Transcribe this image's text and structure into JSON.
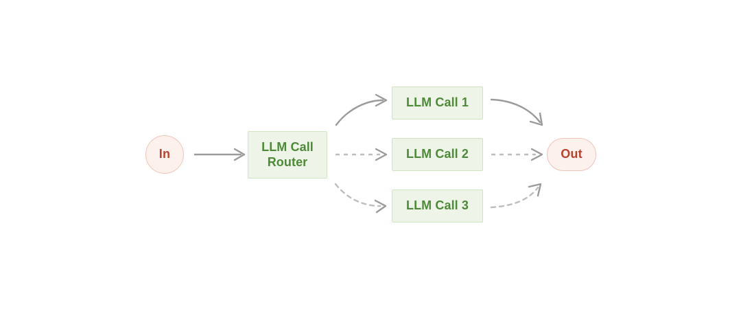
{
  "diagram": {
    "type": "routing-workflow",
    "background_color": "#ffffff",
    "nodes": {
      "in": {
        "label": "In",
        "shape": "circle",
        "fill": "#fdf1ee",
        "stroke": "#f0c3b8",
        "text_color": "#b5432f"
      },
      "router": {
        "label": "LLM Call\nRouter",
        "shape": "rectangle",
        "fill": "#eef5e8",
        "stroke": "#cfe3c1",
        "text_color": "#4d8a37"
      },
      "call1": {
        "label": "LLM Call 1",
        "shape": "rectangle",
        "fill": "#eef5e8",
        "stroke": "#cfe3c1",
        "text_color": "#4d8a37"
      },
      "call2": {
        "label": "LLM Call 2",
        "shape": "rectangle",
        "fill": "#eef5e8",
        "stroke": "#cfe3c1",
        "text_color": "#4d8a37"
      },
      "call3": {
        "label": "LLM Call 3",
        "shape": "rectangle",
        "fill": "#eef5e8",
        "stroke": "#cfe3c1",
        "text_color": "#4d8a37"
      },
      "out": {
        "label": "Out",
        "shape": "pill",
        "fill": "#fdf1ee",
        "stroke": "#f0c3b8",
        "text_color": "#b5432f"
      }
    },
    "edges": [
      {
        "id": "in-to-router",
        "from": "in",
        "to": "router",
        "style": "solid",
        "color": "#9a9a9a"
      },
      {
        "id": "router-to-call1",
        "from": "router",
        "to": "call1",
        "style": "solid",
        "color": "#9a9a9a"
      },
      {
        "id": "router-to-call2",
        "from": "router",
        "to": "call2",
        "style": "dashed",
        "color": "#bdbdbd"
      },
      {
        "id": "router-to-call3",
        "from": "router",
        "to": "call3",
        "style": "dashed",
        "color": "#bdbdbd"
      },
      {
        "id": "call1-to-out",
        "from": "call1",
        "to": "out",
        "style": "solid",
        "color": "#9a9a9a"
      },
      {
        "id": "call2-to-out",
        "from": "call2",
        "to": "out",
        "style": "dashed",
        "color": "#bdbdbd"
      },
      {
        "id": "call3-to-out",
        "from": "call3",
        "to": "out",
        "style": "dashed",
        "color": "#bdbdbd"
      }
    ]
  }
}
